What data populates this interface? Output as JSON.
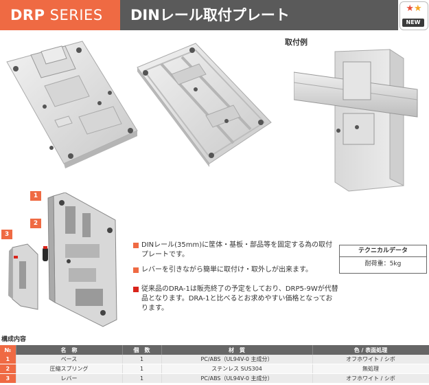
{
  "header": {
    "brand_bold": "DRP",
    "brand_rest": " SERIES",
    "title": "DINレール取付プレート",
    "badge_stars": "★★",
    "badge_label": "NEW"
  },
  "example_label": "取付例",
  "parts_labels": [
    "1",
    "2",
    "3"
  ],
  "bullets": [
    {
      "text": "DINレール(35mm)に筐体・基板・部品等を固定する為の取付プレートです。",
      "color": "#ef6a43"
    },
    {
      "text": "レバーを引きながら簡単に取付け・取外しが出来ます。",
      "color": "#ef6a43"
    },
    {
      "text": "従来品のDRA-1は販売終了の予定をしており、DRP5-9Wが代替品となります。DRA-1と比べるとお求めやすい価格となっております。",
      "color": "#d9241b"
    }
  ],
  "tech_data": {
    "title": "テクニカルデータ",
    "value": "耐荷重：5kg"
  },
  "table": {
    "title": "構成内容",
    "headers": [
      "№",
      "名　称",
      "個　数",
      "材　質",
      "色 / 表面処理"
    ],
    "rows": [
      {
        "no": "1",
        "name": "ベース",
        "qty": "1",
        "material": "PC/ABS（UL94V-0 主成分）",
        "finish": "オフホワイト / シボ"
      },
      {
        "no": "2",
        "name": "圧縮スプリング",
        "qty": "1",
        "material": "ステンレス SUS304",
        "finish": "無処理"
      },
      {
        "no": "3",
        "name": "レバー",
        "qty": "1",
        "material": "PC/ABS（UL94V-0 主成分）",
        "finish": "オフホワイト / シボ"
      }
    ]
  }
}
